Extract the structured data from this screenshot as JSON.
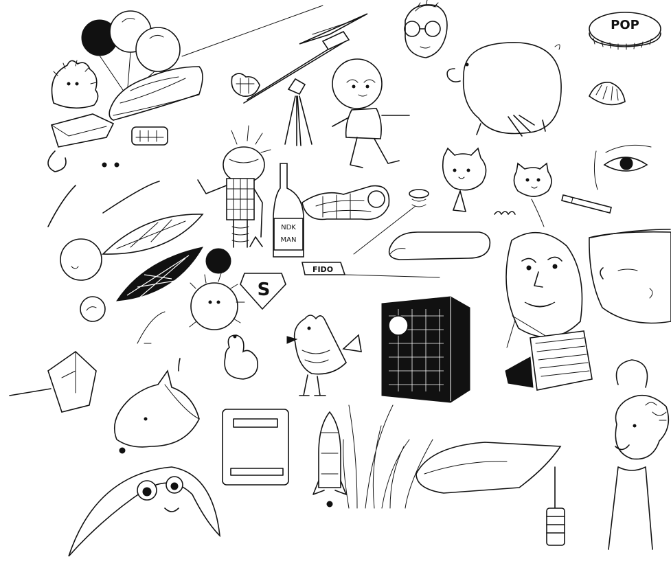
{
  "palette": {
    "paper": "#ffffff",
    "ink": "#111111"
  },
  "labels": {
    "pop": "POP",
    "fido": "FIDO",
    "superman_letter": "S",
    "bottle_line1": "NDK",
    "bottle_line2": "MAN"
  },
  "subjects": [
    "balloons-icon",
    "hedgehog-icon",
    "futuristic-car-icon",
    "telescope-icon",
    "paper-plane-icon",
    "glasses-girl-icon",
    "pop-bottlecap-icon",
    "pig-icon",
    "astronaut-bear-icon",
    "robot-icon",
    "bottle-icon",
    "raygun-icon",
    "cat-head-icon",
    "hamster-balloon-icon",
    "eye-icon",
    "finger-icon",
    "superman-shield-icon",
    "pineapple-icon",
    "zeppelin-icon",
    "chicken-icon",
    "speaker-icon",
    "caricature-face-icon",
    "man-face-icon",
    "horse-icon",
    "rocket-icon",
    "box-icon",
    "pillow-icon",
    "grass-icon",
    "woman-icon",
    "frog-face-icon",
    "duck-icon"
  ]
}
